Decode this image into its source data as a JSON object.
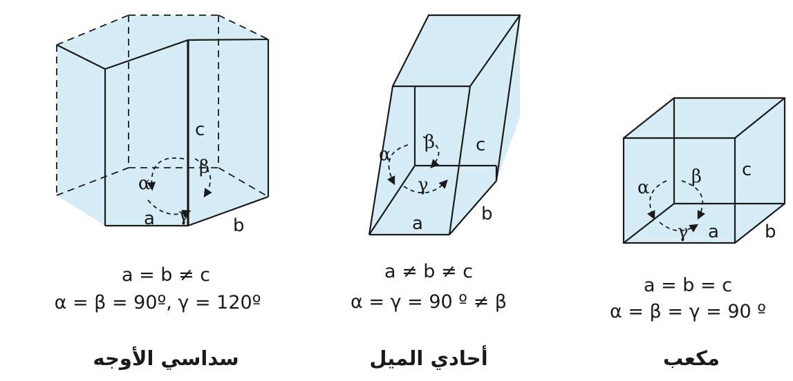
{
  "crystals": {
    "hexagonal": {
      "name": "سداسي الأوجه",
      "length_relation": "a = b ≠ c",
      "angle_relation": "α = β = 90º,  γ = 120º",
      "edge_labels": {
        "a": "a",
        "b": "b",
        "c": "c"
      },
      "angle_labels": {
        "alpha": "α",
        "beta": "β",
        "gamma": "γ"
      }
    },
    "monoclinic": {
      "name": "أحادي الميل",
      "length_relation": "a ≠ b ≠ c",
      "angle_relation": "α = γ = 90 º ≠ β",
      "edge_labels": {
        "a": "a",
        "b": "b",
        "c": "c"
      },
      "angle_labels": {
        "alpha": "α",
        "beta": "β",
        "gamma": "γ"
      }
    },
    "cubic": {
      "name": "مكعب",
      "length_relation": "a = b = c",
      "angle_relation": "α = β = γ = 90 º",
      "edge_labels": {
        "a": "a",
        "b": "b",
        "c": "c"
      },
      "angle_labels": {
        "alpha": "α",
        "beta": "β",
        "gamma": "γ"
      }
    }
  },
  "colors": {
    "face_fill": "#d6ecf6",
    "edge": "#1a1a1a"
  }
}
